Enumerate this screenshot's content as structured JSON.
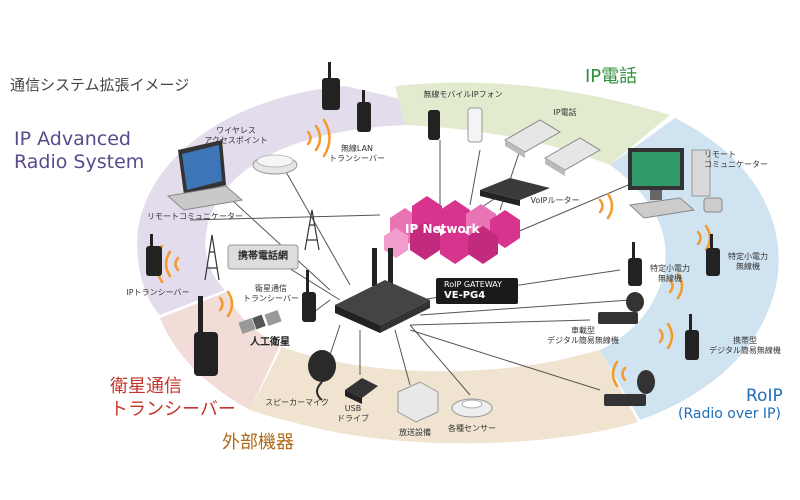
{
  "page": {
    "title": "通信システム拡張イメージ"
  },
  "sections": {
    "ip_advanced": {
      "line1": "IP Advanced",
      "line2": "Radio System",
      "color": "#5a4a8c"
    },
    "ip_phone": {
      "label": "IP電話",
      "color": "#2f8f3a"
    },
    "satellite": {
      "line1": "衛星通信",
      "line2": "トランシーバー",
      "color": "#c4352b"
    },
    "external": {
      "label": "外部機器",
      "color": "#b06a1a"
    },
    "roip": {
      "line1": "RoIP",
      "line2": "(Radio over IP)",
      "color": "#1e6fb6"
    }
  },
  "center": {
    "network": "IP Network",
    "gateway_line1": "RoIP GATEWAY",
    "gateway_line2": "VE-PG4"
  },
  "labels": {
    "wireless_ap_1": "ワイヤレス",
    "wireless_ap_2": "アクセスポイント",
    "wlan_tx_1": "無線LAN",
    "wlan_tx_2": "トランシーバー",
    "remote_comm_left": "リモートコミュニケーター",
    "ip_transceiver": "IPトランシーバー",
    "mobile_network": "携帯電話網",
    "satellite_tx_1": "衛星通信",
    "satellite_tx_2": "トランシーバー",
    "artificial_satellite": "人工衛星",
    "wireless_mobile_ip_phone": "無線モバイルIPフォン",
    "ip_phone": "IP電話",
    "voip_router": "VoIPルーター",
    "remote_comm_right_1": "リモート",
    "remote_comm_right_2": "コミュニケーター",
    "tokutei_left_1": "特定小電力",
    "tokutei_left_2": "無線機",
    "tokutei_right_1": "特定小電力",
    "tokutei_right_2": "無線機",
    "vehicle_digital_1": "車載型",
    "vehicle_digital_2": "デジタル簡易無線機",
    "handheld_digital_1": "携帯型",
    "handheld_digital_2": "デジタル簡易無線機",
    "speaker_mic": "スピーカーマイク",
    "usb_drive_1": "USB",
    "usb_drive_2": "ドライブ",
    "broadcast": "放送設備",
    "sensors": "各種センサー"
  },
  "colors": {
    "purple_zone": "#e3dcec",
    "green_zone": "#e3ebcf",
    "blue_zone": "#cfe3f1",
    "pink_zone": "#f2dcd8",
    "tan_zone": "#f0e3d0",
    "network_magenta": "#d8338f",
    "wave_orange": "#f39a2b"
  }
}
